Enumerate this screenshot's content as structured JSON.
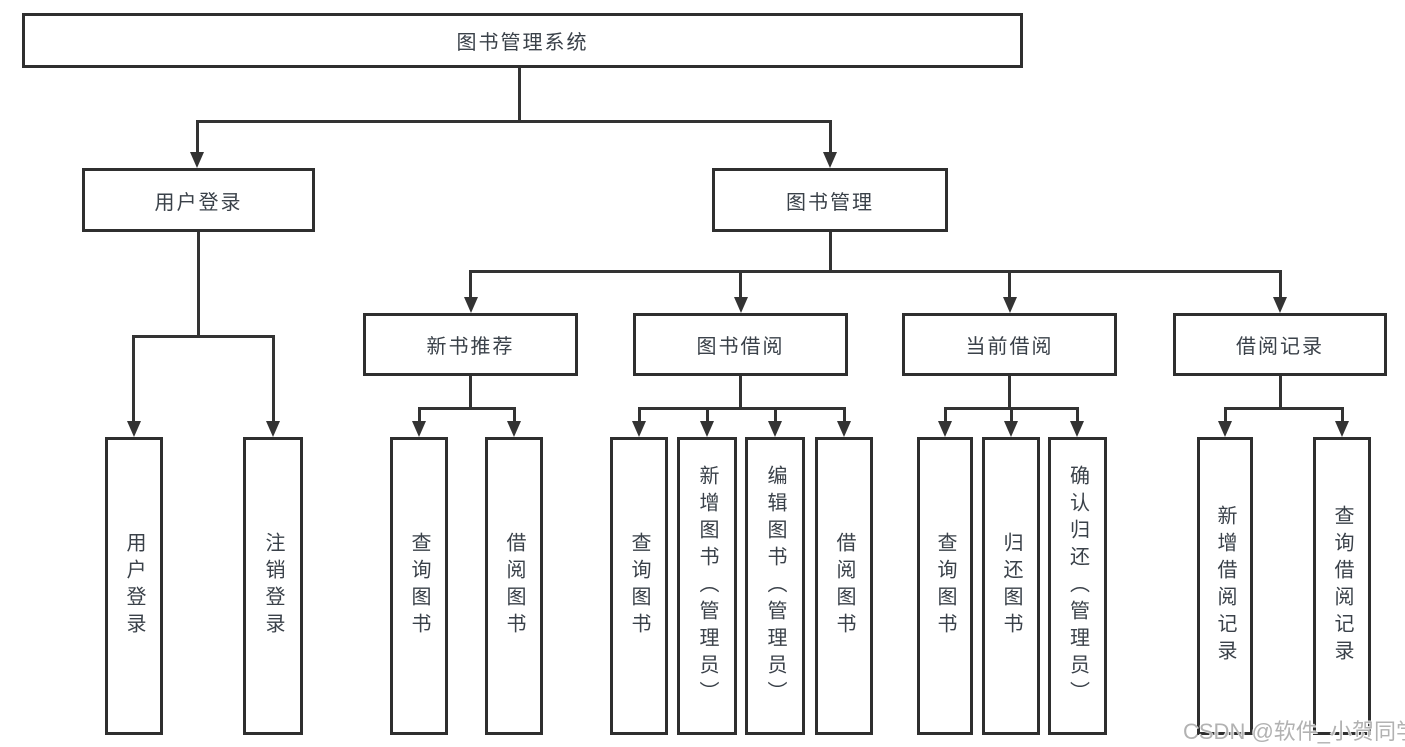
{
  "colors": {
    "line": "#333333",
    "box-border": "#2f2f2f",
    "text": "#3a4149",
    "watermark": "#b2b2b2",
    "background": "#ffffff"
  },
  "title": "图书管理系统",
  "branches": {
    "user": {
      "label": "用户登录",
      "leaves": [
        "用户登录",
        "注销登录"
      ]
    },
    "book": {
      "label": "图书管理",
      "sections": [
        {
          "label": "新书推荐",
          "leaves": [
            "查询图书",
            "借阅图书"
          ]
        },
        {
          "label": "图书借阅",
          "leaves": [
            "查询图书",
            "新增图书（管理员）",
            "编辑图书（管理员）",
            "借阅图书"
          ]
        },
        {
          "label": "当前借阅",
          "leaves": [
            "查询图书",
            "归还图书",
            "确认归还（管理员）"
          ]
        },
        {
          "label": "借阅记录",
          "leaves": [
            "新增借阅记录",
            "查询借阅记录"
          ]
        }
      ]
    }
  },
  "watermark": {
    "text": "CSDN @软件_小贺同学"
  }
}
